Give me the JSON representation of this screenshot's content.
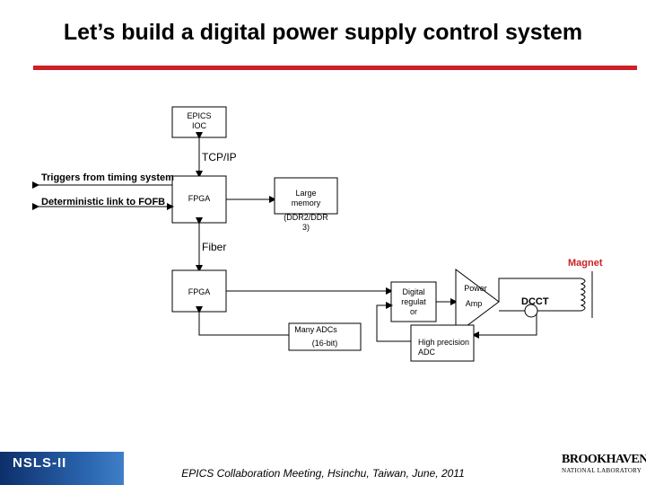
{
  "title": "Let’s build a digital power supply control system",
  "colors": {
    "accent": "#cc2027",
    "magnet_label": "#cc2027"
  },
  "diagram": {
    "epics_ioc": "EPICS\nIOC",
    "tcpip": "TCP/IP",
    "triggers": "Triggers from timing system",
    "deterministic": "Deterministic link to FOFB",
    "fpga_top": "FPGA",
    "large_memory": "Large\nmemory",
    "ddr": "(DDR2/DDR\n3)",
    "fiber": "Fiber",
    "magnet": "Magnet",
    "fpga_bottom": "FPGA",
    "digital_regulator": "Digital\nregulat\nor",
    "power_amp_1": "Power",
    "power_amp_2": "Amp",
    "dcct": "DCCT",
    "many_adcs": "Many ADCs",
    "adc_bits": "(16-bit)",
    "high_precision_adc": "High precision\nADC"
  },
  "footer": "EPICS Collaboration Meeting, Hsinchu, Taiwan, June, 2011",
  "logos": {
    "nsls": "NSLS-II",
    "brookhaven": "BROOKHAVEN",
    "bnl_sub": "NATIONAL LABORATORY"
  }
}
